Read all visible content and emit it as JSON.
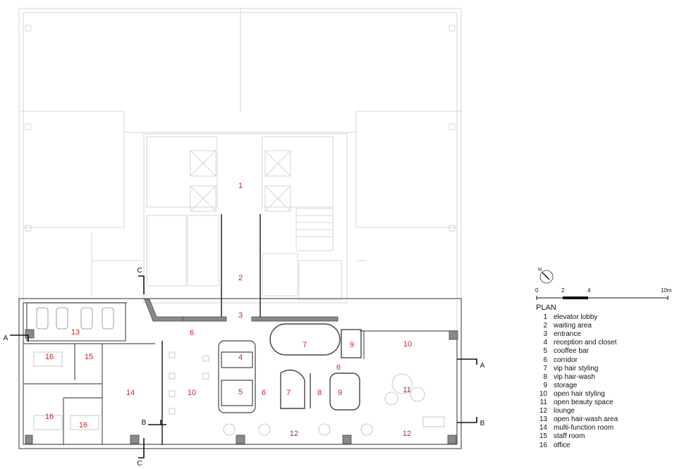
{
  "plan": {
    "rooms": [
      {
        "num": "1"
      },
      {
        "num": "2"
      },
      {
        "num": "3"
      },
      {
        "num": "4"
      },
      {
        "num": "5"
      },
      {
        "num": "6"
      },
      {
        "num": "6"
      },
      {
        "num": "6"
      },
      {
        "num": "7"
      },
      {
        "num": "7"
      },
      {
        "num": "8"
      },
      {
        "num": "9"
      },
      {
        "num": "9"
      },
      {
        "num": "10"
      },
      {
        "num": "10"
      },
      {
        "num": "11"
      },
      {
        "num": "12"
      },
      {
        "num": "12"
      },
      {
        "num": "13"
      },
      {
        "num": "14"
      },
      {
        "num": "15"
      },
      {
        "num": "16"
      },
      {
        "num": "16"
      },
      {
        "num": "16"
      }
    ],
    "sections": {
      "a_left": "A",
      "a_right": "A",
      "b_left": "B",
      "b_right": "B",
      "c_top": "C",
      "c_bottom": "C"
    }
  },
  "north": {
    "label": "N"
  },
  "scale": {
    "t0": "0",
    "t1": "2",
    "t2": "4",
    "t3": "10m"
  },
  "legend": {
    "title": "PLAN",
    "items": [
      {
        "num": "1",
        "label": "elevator lobby"
      },
      {
        "num": "2",
        "label": "waiting area"
      },
      {
        "num": "3",
        "label": "entrance"
      },
      {
        "num": "4",
        "label": "reception and closet"
      },
      {
        "num": "5",
        "label": "cooffee bar"
      },
      {
        "num": "6",
        "label": "corridor"
      },
      {
        "num": "7",
        "label": "vip hair styling"
      },
      {
        "num": "8",
        "label": "vip hair-wash"
      },
      {
        "num": "9",
        "label": "storage"
      },
      {
        "num": "10",
        "label": "open hair styling"
      },
      {
        "num": "11",
        "label": "open beauty space"
      },
      {
        "num": "12",
        "label": "lounge"
      },
      {
        "num": "13",
        "label": "open hair-wash area"
      },
      {
        "num": "14",
        "label": "multi-function room"
      },
      {
        "num": "15",
        "label": "staff room"
      },
      {
        "num": "16",
        "label": "office"
      }
    ]
  }
}
